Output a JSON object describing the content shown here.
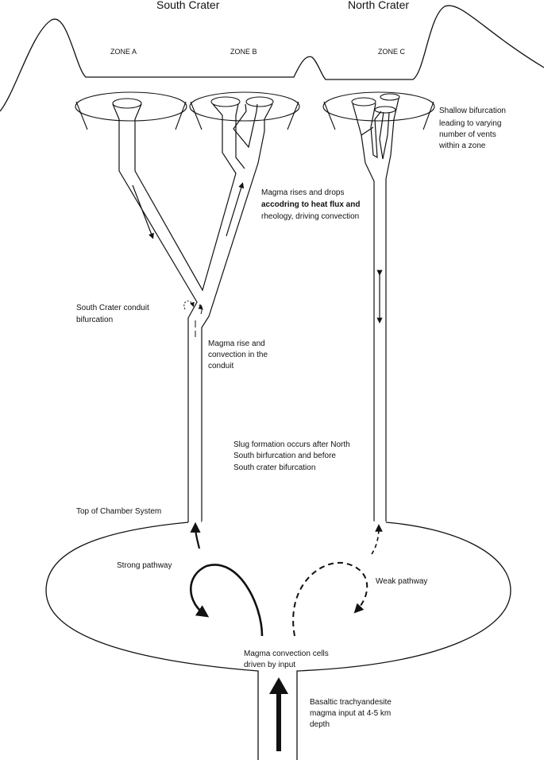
{
  "headings": {
    "south_crater": "South Crater",
    "north_crater": "North Crater"
  },
  "zones": {
    "a": "ZONE A",
    "b": "ZONE B",
    "c": "ZONE C"
  },
  "annotations": {
    "shallow_bifurcation": [
      "Shallow bifurcation",
      "leading to varying",
      "number of vents",
      "within a zone"
    ],
    "magma_rises_drops": [
      "Magma rises and drops",
      "accodring to heat flux and",
      "rheology, driving convection"
    ],
    "south_conduit_bifurcation": [
      "South Crater conduit",
      "bifurcation"
    ],
    "magma_rise_convection": [
      "Magma rise and",
      "convection in the",
      "conduit"
    ],
    "slug_formation": [
      "Slug formation occurs after North",
      "South birfurcation and before",
      "South crater bifurcation"
    ],
    "top_of_chamber": "Top of Chamber System",
    "strong_pathway": "Strong pathway",
    "weak_pathway": "Weak pathway",
    "convection_cells": [
      "Magma convection cells",
      "driven by input"
    ],
    "magma_input": [
      "Basaltic trachyandesite",
      "magma input at 4-5 km",
      "depth"
    ]
  }
}
